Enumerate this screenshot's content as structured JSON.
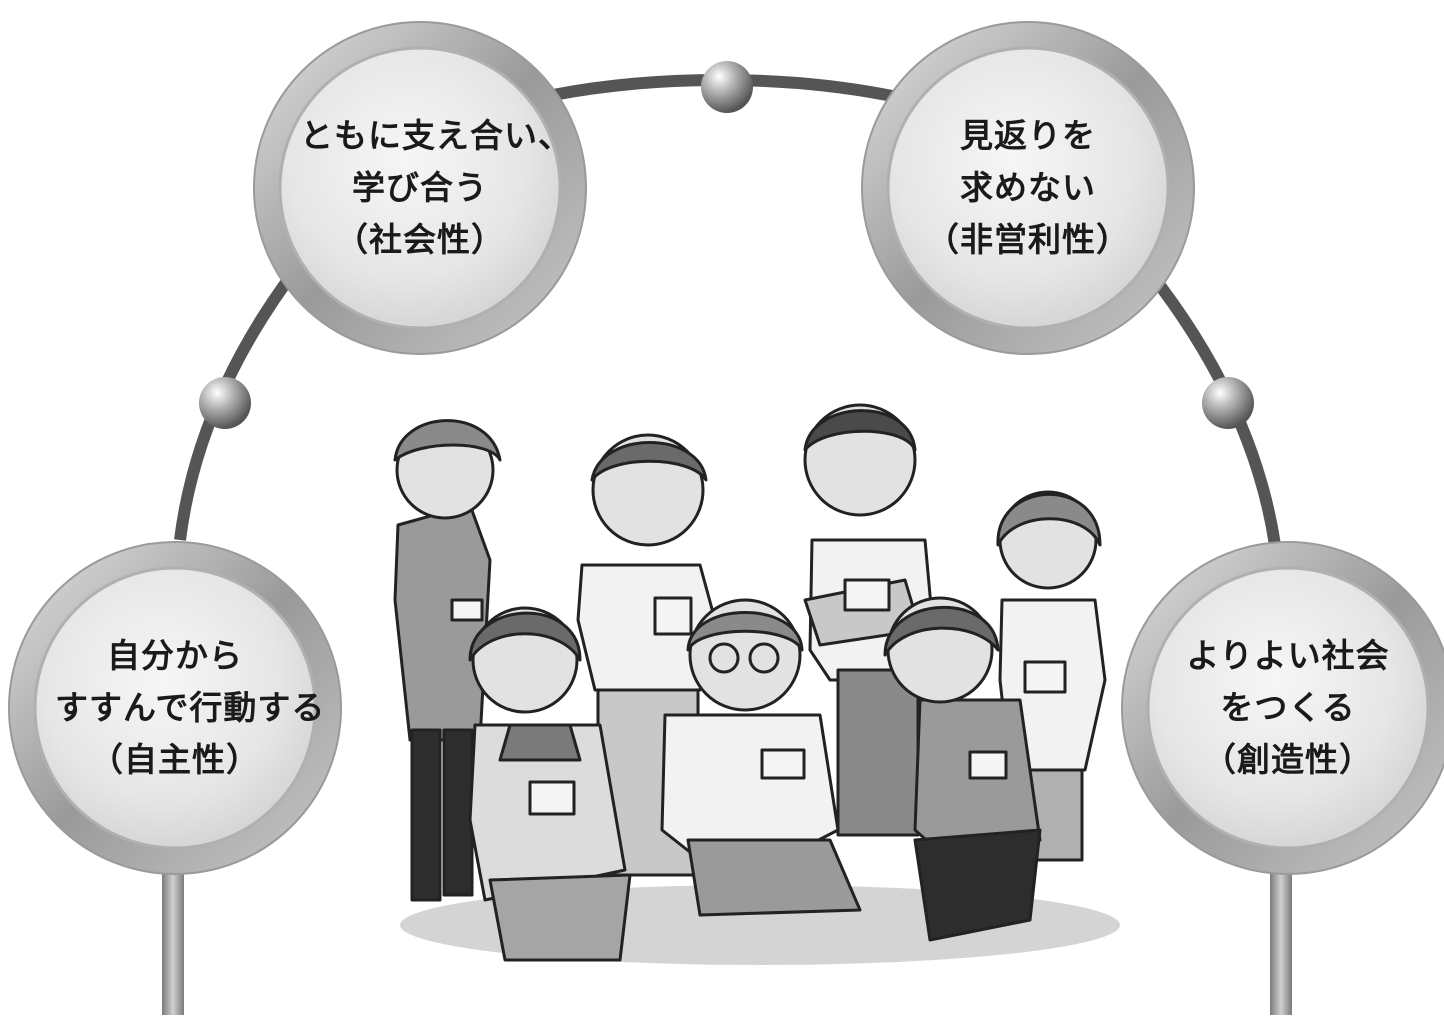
{
  "principles": [
    {
      "id": "social",
      "lines": [
        "ともに支え合い、",
        "学び合う",
        "（社会性）"
      ]
    },
    {
      "id": "nonprofit",
      "lines": [
        "見返りを",
        "求めない",
        "（非営利性）"
      ]
    },
    {
      "id": "autonomy",
      "lines": [
        "自分から",
        "すすんで行動する",
        "（自主性）"
      ]
    },
    {
      "id": "creativity",
      "lines": [
        "よりよい社会",
        "をつくる",
        "（創造性）"
      ]
    }
  ],
  "illustration": {
    "subject": "volunteer-group",
    "people_count": 7
  }
}
